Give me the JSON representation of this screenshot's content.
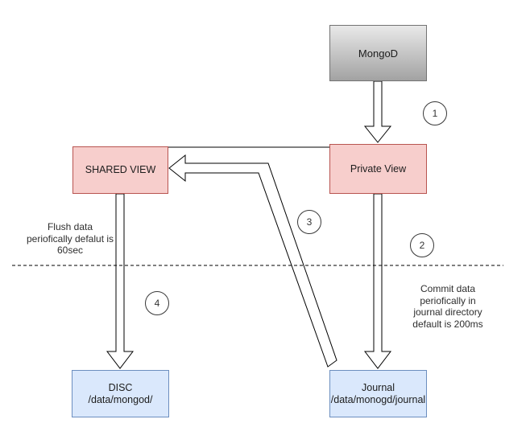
{
  "diagram": {
    "nodes": {
      "mongod": {
        "label": "MongoD"
      },
      "private_view": {
        "label": "Private View"
      },
      "shared_view": {
        "label": "SHARED VIEW"
      },
      "disc": {
        "title": "DISC",
        "path": "/data/mongod/"
      },
      "journal": {
        "title": "Journal",
        "path": "/data/monogd/journal"
      }
    },
    "step_badges": {
      "step1": "1",
      "step2": "2",
      "step3": "3",
      "step4": "4"
    },
    "annotations": {
      "flush": "Flush data\nperiofically defalut is\n60sec",
      "commit": "Commit  data\nperiofically in\njournal directory\ndefault is 200ms"
    },
    "colors": {
      "red_node_fill": "#f7cecc",
      "red_node_border": "#b85450",
      "blue_node_fill": "#dae8fc",
      "blue_node_border": "#6c8ebf",
      "gray_node_fill_top": "#e9e9e9",
      "gray_node_fill_bottom": "#a2a2a2",
      "gray_node_border": "#737373",
      "arrow_fill": "#ffffff",
      "line_color": "#000000"
    }
  }
}
